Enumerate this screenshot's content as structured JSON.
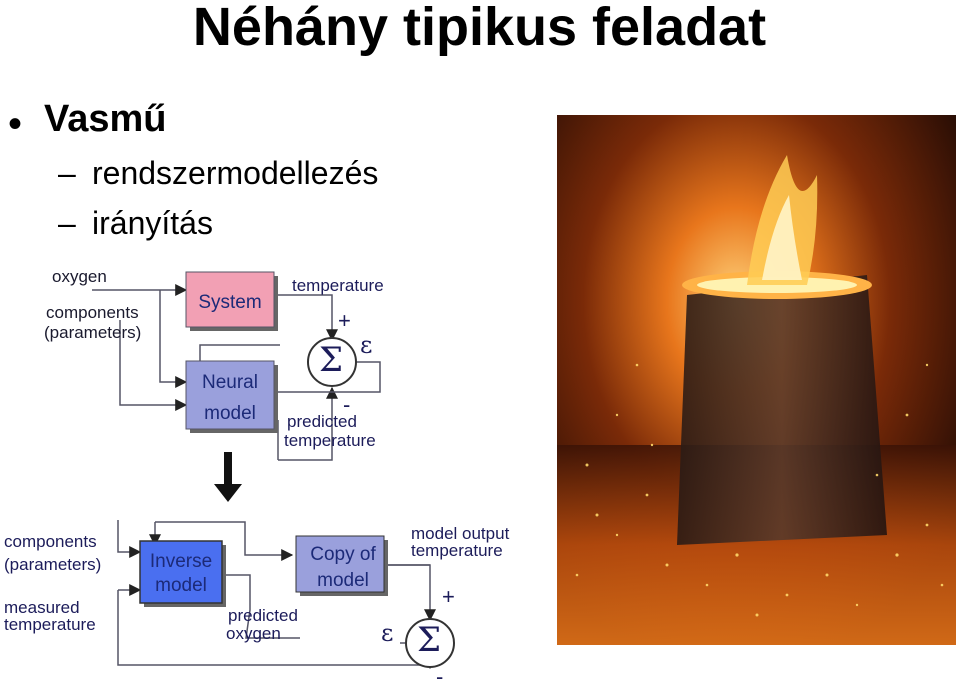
{
  "slide": {
    "title": "Néhány  tipikus feladat",
    "bullet_symbol": "•",
    "main_item": "Vasmű",
    "sub_items": [
      {
        "dash": "–",
        "text": "rendszermodellezés"
      },
      {
        "dash": "–",
        "text": "irányítás"
      }
    ]
  },
  "diagram_top": {
    "input_labels": [
      "oxygen",
      "components",
      "(parameters)"
    ],
    "system_box": "System",
    "neural_box_line1": "Neural",
    "neural_box_line2": "model",
    "output_label": "temperature",
    "plus": "+",
    "minus": "-",
    "sigma": "Σ",
    "epsilon": "ε",
    "predicted_line1": "predicted",
    "predicted_line2": "temperature",
    "colors": {
      "system_fill": "#f2a0b4",
      "neural_fill": "#9aa0dc",
      "line": "#555566"
    }
  },
  "diagram_bottom": {
    "input_labels": [
      "components",
      "(parameters)",
      "measured",
      "temperature"
    ],
    "inverse_box_line1": "Inverse",
    "inverse_box_line2": "model",
    "copy_box_line1": "Copy of",
    "copy_box_line2": "model",
    "predicted_line1": "predicted",
    "predicted_line2": "oxygen",
    "model_output_line1": "model output",
    "model_output_line2": "temperature",
    "plus": "+",
    "minus": "-",
    "sigma": "Σ",
    "epsilon": "ε",
    "colors": {
      "inverse_fill": "#4a6ff0",
      "copy_fill": "#9aa0dc"
    }
  },
  "photo": {
    "icon": "steel-furnace-photo"
  }
}
